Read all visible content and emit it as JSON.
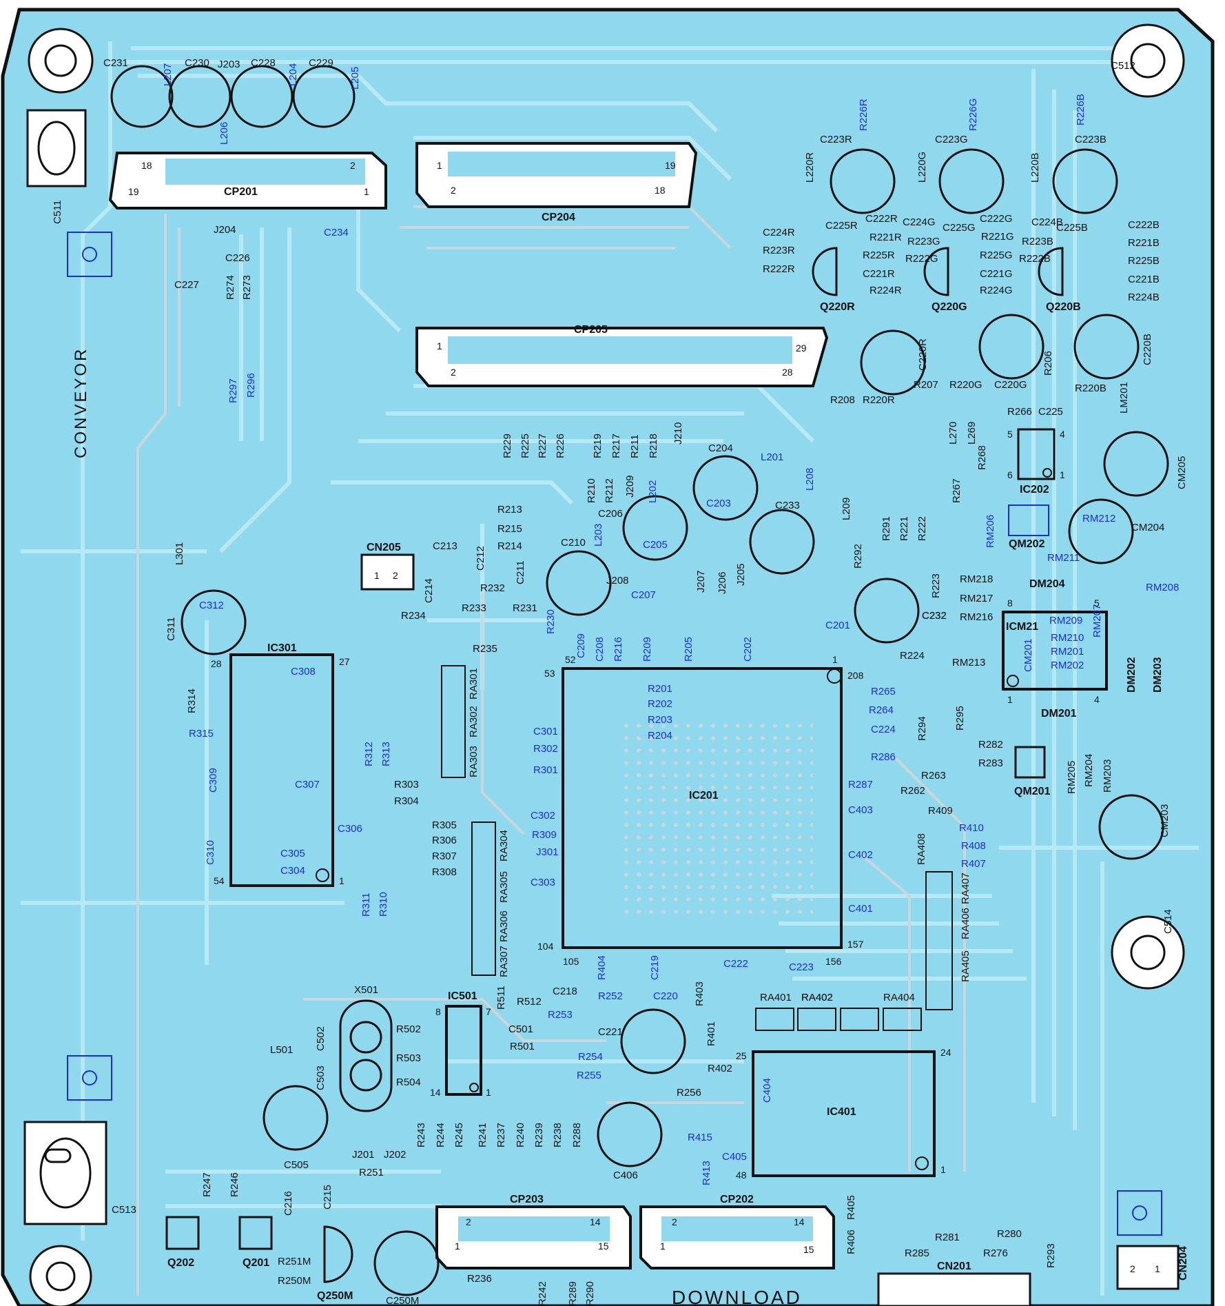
{
  "board": {
    "conveyor_label": "CONVEYOR",
    "download_label": "DOWNLOAD",
    "colors": {
      "board": "#8fd8ee",
      "trace": "#b7e8f6",
      "copper": "#c9d6dc",
      "outline": "#111111",
      "blue_label": "#1a2fd0"
    }
  },
  "ics": [
    {
      "id": "IC201",
      "pins": [
        "53",
        "52",
        "1",
        "208",
        "104",
        "105",
        "156",
        "157"
      ]
    },
    {
      "id": "IC301",
      "pins": [
        "28",
        "27",
        "54",
        "1"
      ]
    },
    {
      "id": "IC401",
      "pins": [
        "24",
        "25",
        "48",
        "1"
      ]
    },
    {
      "id": "IC501",
      "pins": [
        "8",
        "7",
        "14",
        "1"
      ]
    },
    {
      "id": "IC202",
      "pins": [
        "5",
        "4",
        "6",
        "1"
      ]
    },
    {
      "id": "ICM21",
      "pins": [
        "8",
        "5",
        "1",
        "4"
      ]
    }
  ],
  "connectors": [
    {
      "id": "CP201",
      "pins": [
        "18",
        "2",
        "19",
        "1"
      ]
    },
    {
      "id": "CP204",
      "pins": [
        "1",
        "19",
        "2",
        "18"
      ]
    },
    {
      "id": "CP205",
      "pins": [
        "1",
        "29",
        "2",
        "28"
      ]
    },
    {
      "id": "CP203",
      "pins": [
        "2",
        "14",
        "1",
        "15"
      ]
    },
    {
      "id": "CP202",
      "pins": [
        "2",
        "14",
        "1",
        "15"
      ]
    },
    {
      "id": "CN205",
      "pins": [
        "1",
        "2"
      ]
    },
    {
      "id": "CN201",
      "pins": []
    },
    {
      "id": "CN204",
      "pins": [
        "2",
        "1"
      ]
    }
  ],
  "labels_black": [
    "C231",
    "J203",
    "C230",
    "C228",
    "C229",
    "C227",
    "C226",
    "J204",
    "R274",
    "R273",
    "C511",
    "L301",
    "C311",
    "R314",
    "R303",
    "R304",
    "R305",
    "R306",
    "R307",
    "R308",
    "RA301",
    "RA302",
    "RA303",
    "RA304",
    "RA305",
    "RA306",
    "RA307",
    "C213",
    "C212",
    "C214",
    "C211",
    "R232",
    "R234",
    "R233",
    "R231",
    "R235",
    "R229",
    "R225",
    "R227",
    "R226",
    "R219",
    "R217",
    "R211",
    "R218",
    "J210",
    "R210",
    "R212",
    "J209",
    "C206",
    "C204",
    "C233",
    "C210",
    "J208",
    "J207",
    "J206",
    "J205",
    "R213",
    "R215",
    "R214",
    "L209",
    "R291",
    "R221",
    "R222",
    "R292",
    "R223",
    "C232",
    "R224",
    "R262",
    "R263",
    "R294",
    "R295",
    "R409",
    "RA408",
    "RA407",
    "RA406",
    "RA405",
    "RA401",
    "RA402",
    "RA402",
    "RA404",
    "R401",
    "R402",
    "R403",
    "R256",
    "C221",
    "C218",
    "R512",
    "R511",
    "C501",
    "R501",
    "R502",
    "R503",
    "R504",
    "C502",
    "C503",
    "L501",
    "X501",
    "C505",
    "C406",
    "R251",
    "J201",
    "J202",
    "R243",
    "R244",
    "R245",
    "R241",
    "R237",
    "R240",
    "R239",
    "R238",
    "R288",
    "C513",
    "R247",
    "R246",
    "C216",
    "C215",
    "R251M",
    "R250M",
    "Q250M",
    "C250M",
    "R236",
    "R242",
    "R289",
    "R290",
    "R405",
    "R406",
    "R285",
    "R281",
    "R280",
    "R276",
    "R293",
    "C512",
    "C514",
    "C223R",
    "C223G",
    "C223B",
    "L220R",
    "L220G",
    "L220B",
    "C224R",
    "C225R",
    "C222R",
    "R221R",
    "R225R",
    "C221R",
    "R224R",
    "R223R",
    "R222R",
    "C224G",
    "C225G",
    "C222G",
    "R223G",
    "R221G",
    "R222G",
    "R225G",
    "C221G",
    "R224G",
    "C224B",
    "C225B",
    "C222B",
    "R223B",
    "R221B",
    "R222B",
    "R225B",
    "C221B",
    "R224B",
    "C220R",
    "C220B",
    "R206",
    "R207",
    "R220G",
    "C220G",
    "R220B",
    "R208",
    "R220R",
    "LM201",
    "L270",
    "L269",
    "R266",
    "C225",
    "R268",
    "R267",
    "CM205",
    "CM204",
    "RM218",
    "RM217",
    "RM216",
    "RM213",
    "C232",
    "R282",
    "R283",
    "RM205",
    "RM204",
    "RM203",
    "CM203"
  ],
  "labels_blue": [
    "L207",
    "L204",
    "L205",
    "L206",
    "C234",
    "R297",
    "R296",
    "C312",
    "C308",
    "R315",
    "R312",
    "R313",
    "C309",
    "C307",
    "C306",
    "C310",
    "C305",
    "C304",
    "R311",
    "R310",
    "R230",
    "C209",
    "C208",
    "R216",
    "R209",
    "R205",
    "C202",
    "L201",
    "L208",
    "C203",
    "L202",
    "C205",
    "L203",
    "C207",
    "C201",
    "R201",
    "R202",
    "R203",
    "R204",
    "C301",
    "R302",
    "R301",
    "C302",
    "R309",
    "J301",
    "C303",
    "R265",
    "R264",
    "C224",
    "R286",
    "R287",
    "C403",
    "C402",
    "C401",
    "R410",
    "R408",
    "R407",
    "R404",
    "C219",
    "C222",
    "C223",
    "R252",
    "R253",
    "C220",
    "R254",
    "R255",
    "C404",
    "R415",
    "R413",
    "C405",
    "R226R",
    "R226G",
    "R226B",
    "RM206",
    "RM212",
    "RM211",
    "RM208",
    "RM209",
    "RM210",
    "RM201",
    "RM202",
    "RM207",
    "CM201"
  ],
  "transistors": [
    "Q220R",
    "Q220G",
    "Q220B",
    "QM202",
    "QM201",
    "Q202",
    "Q201",
    "Q250M"
  ],
  "diodes": [
    "DM204",
    "DM201",
    "DM202",
    "DM203"
  ]
}
